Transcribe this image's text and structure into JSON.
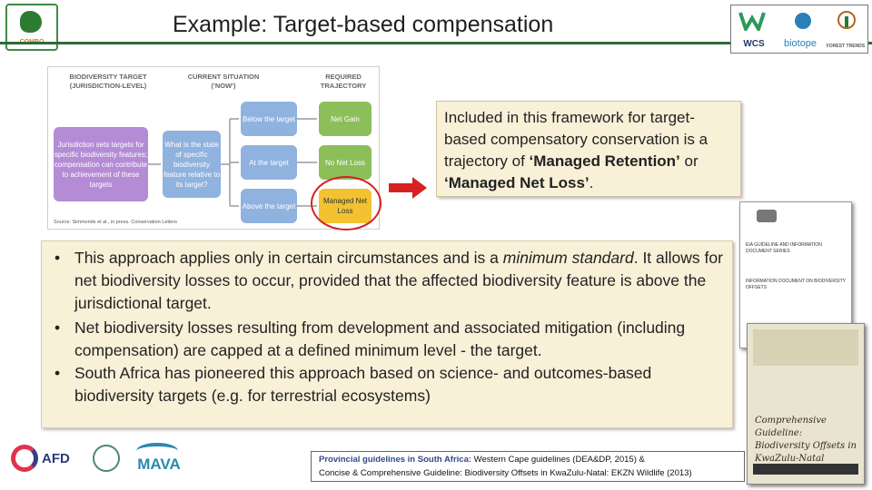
{
  "header": {
    "title": "Example: Target-based compensation",
    "left_logo_text": "COMBO",
    "partner_logos": [
      "WCS",
      "biotope",
      "FOREST TRENDS"
    ]
  },
  "diagram": {
    "headers": [
      "BIODIVERSITY TARGET\n(JURISDICTION-LEVEL)",
      "CURRENT SITUATION\n('NOW')",
      "REQUIRED\nTRAJECTORY"
    ],
    "target_box": "Jurisdiction sets targets for specific biodiversity features; compensation can contribute to achievement of these targets",
    "question_box": "What is the state of specific biodiversity feature relative to its target?",
    "situations": [
      "Below the target",
      "At the target",
      "Above the target"
    ],
    "trajectories": [
      "Net Gain",
      "No Net Loss",
      "Managed Net Loss"
    ],
    "source": "Source: Simmonds et al., in press. Conservation Letters",
    "colors": {
      "purple": "#b58bd6",
      "blue": "#8fb2df",
      "green": "#8cbf5a",
      "yellow": "#f2c230",
      "arrow_red": "#d62121"
    }
  },
  "callout": {
    "text_plain": "Included in this framework for target-based compensatory conservation is a trajectory of ",
    "bold1": "‘Managed Retention’",
    "mid": " or ",
    "bold2": "‘Managed Net Loss’",
    "end": "."
  },
  "bullets": {
    "b1_pre": "This approach applies only in certain circumstances and is a ",
    "b1_emph": "minimum standard",
    "b1_post": ". It allows for net biodiversity losses to occur, provided that the affected biodiversity feature is above the jurisdictional target.",
    "b2": "Net biodiversity losses resulting from development and associated mitigation (including compensation) are capped at a defined minimum level - the target.",
    "b3": "South Africa has pioneered this approach based on science- and outcomes-based biodiversity targets (e.g. for terrestrial ecosystems)"
  },
  "documents": {
    "doc1_lines": [
      "EIA GUIDELINE AND INFORMATION DOCUMENT SERIES",
      "INFORMATION DOCUMENT ON BIODIVERSITY OFFSETS"
    ],
    "doc2_title": "Comprehensive Guideline: Biodiversity Offsets in KwaZulu-Natal"
  },
  "bottom_logos": [
    "AFD",
    "MAVA"
  ],
  "source_box": {
    "label": "Provincial guidelines in South Africa:",
    "line1": " Western Cape guidelines (DEA&DP, 2015) &",
    "line2": "Concise & Comprehensive Guideline: Biodiversity Offsets in KwaZulu-Natal: EKZN Wildlife (2013)"
  }
}
